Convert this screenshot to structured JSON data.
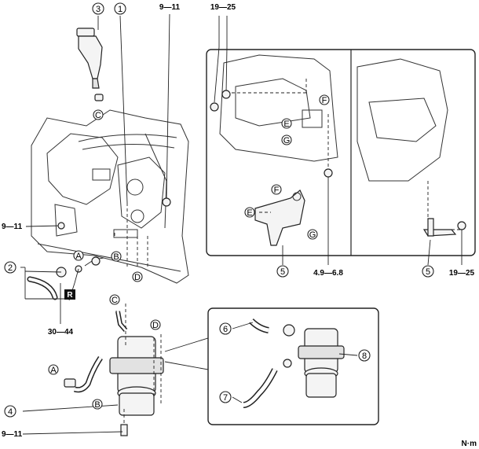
{
  "torque_labels": {
    "t1": "19—25",
    "t2": "9—11",
    "t3": "9—11",
    "t4": "30—44",
    "t5": "4.9—6.8",
    "t6": "19—25",
    "t7": "9—11"
  },
  "callouts": {
    "c1": "1",
    "c2": "2",
    "c3": "3",
    "c4": "4",
    "c5a": "5",
    "c5b": "5",
    "c6": "6",
    "c7": "7",
    "c8": "8"
  },
  "letter_markers": {
    "A1": "A",
    "A2": "A",
    "B1": "B",
    "B2": "B",
    "C1": "C",
    "C2": "C",
    "D1": "D",
    "D2": "D",
    "E1": "E",
    "E2": "E",
    "F1": "F",
    "F2": "F",
    "G1": "G",
    "G2": "G"
  },
  "badge_text": "R",
  "unit_label": "N·m",
  "colors": {
    "ink": "#222222",
    "badge": "#111111",
    "panel_fill": "#ffffff"
  }
}
